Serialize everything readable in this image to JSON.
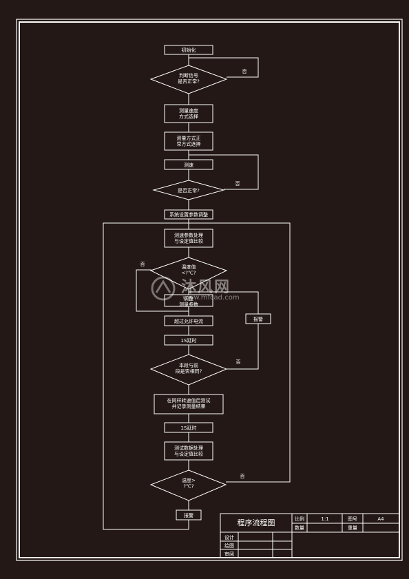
{
  "flowchart": {
    "start": "初始化",
    "q_signal": "判断信号\n是否正常?",
    "p_select": "测量速度\n方式选择",
    "p_mode": "测量方式正\n常方式选择",
    "p_measure": "测速",
    "q_ok": "是否正常?",
    "p_set": "系统设置参数调整",
    "p_calc": "测速参数处理\n与设定值比较",
    "q_temp": "温度值\n<?℃?",
    "p_adjust": "调整\n测量参数",
    "p_current": "超过允许电流",
    "p_delay1": "1S延时",
    "q_range": "本段与前\n段是否相同?",
    "p_record": "在同样转速值后测试\n并记录测量结果",
    "p_delay2": "1S延时",
    "p_compare": "测试数据处理\n与设定值比较",
    "q_end": "温度>\n?℃?",
    "p_alarm": "报警",
    "side_alarm": "报警",
    "label_no_1": "否",
    "label_no_2": "否",
    "label_no_3": "否",
    "label_no_4": "否",
    "label_no_5": "否"
  },
  "title_block": {
    "title": "程序流程图",
    "scale_label": "比例",
    "scale_value": "1:1",
    "drawing_no_label": "图号",
    "drawing_no_value": "A4",
    "quantity_label": "数量",
    "weight_label": "重量",
    "designer_label": "设计",
    "drafter_label": "绘图",
    "reviewer_label": "审阅"
  },
  "watermark": {
    "brand": "沐风网",
    "url": "www.mfcad.com"
  }
}
